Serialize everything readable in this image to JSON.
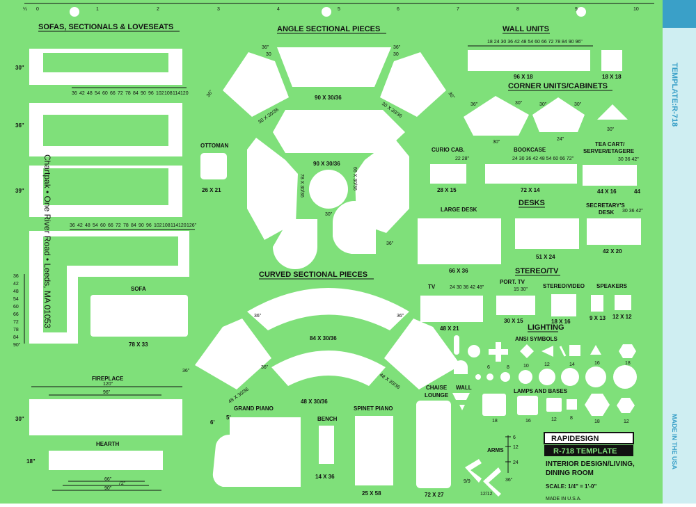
{
  "colors": {
    "template": "#7fe07a",
    "cutout": "#ffffff",
    "ink": "#111111",
    "strip": "#cfeef2"
  },
  "ruler": [
    "¼",
    "0",
    "1",
    "2",
    "3",
    "4",
    "5",
    "6",
    "7",
    "8",
    "9",
    "10"
  ],
  "headings": {
    "sofas": "SOFAS, SECTIONALS & LOVESEATS",
    "angle": "ANGLE SECTIONAL PIECES",
    "curved": "CURVED SECTIONAL PIECES",
    "wall": "WALL UNITS",
    "corner": "CORNER UNITS/CABINETS",
    "desks": "DESKS",
    "stereo": "STEREO/TV",
    "lighting": "LIGHTING"
  },
  "sofa_rows": [
    "30\"",
    "36\"",
    "39\""
  ],
  "sofa_scale": [
    "36",
    "42",
    "48",
    "54",
    "60",
    "66",
    "72",
    "78",
    "84",
    "90",
    "96",
    "102",
    "108",
    "114",
    "120",
    "126\""
  ],
  "left_scale": [
    "36",
    "42",
    "48",
    "54",
    "60",
    "66",
    "72",
    "78",
    "84",
    "90\""
  ],
  "labels": {
    "sofa": "SOFA",
    "sofa_dim": "78 X 33",
    "ottoman": "OTTOMAN",
    "ottoman_dim": "26 X 21",
    "fireplace": "FIREPLACE",
    "fp120": "120\"",
    "fp96": "96\"",
    "fp30": "30\"",
    "hearth": "HEARTH",
    "h18": "18\"",
    "h66": "66\"",
    "h72": "72\"",
    "h90": "90\"",
    "angle_9030": "90 X 30/36",
    "angle_3030": "30 X 30/36",
    "angle_inner": "90 X 30/36",
    "angle_78": "78 X 30/36",
    "angle_66": "66 X 30/36",
    "a36": "36\"",
    "a30": "30",
    "a30b": "30\"",
    "curved_84": "84 X 30/36",
    "curved_48a": "48 X 30/36",
    "curved_48b": "48 X 30/36",
    "grand_piano": "GRAND PIANO",
    "gp6": "6'",
    "gp5": "5'",
    "bench": "BENCH",
    "bench_dim": "14 X 36",
    "spinet": "SPINET PIANO",
    "spinet_dim": "25 X 58",
    "chaise": "CHAISE",
    "lounge": "LOUNGE",
    "chaise_dim": "72 X 27",
    "wall_scale": "18 24 30 36 42 48 54 60 66 72 78 84 90 96\"",
    "wall_dim": "96 X 18",
    "wall_dim2": "18 X 18",
    "corner_30": "30\"",
    "corner_24": "24\"",
    "corner_30b": "30\"",
    "corner_36": "36\"",
    "curio": "CURIO CAB.",
    "curio_sc": "22 28\"",
    "curio_dim": "28 X 15",
    "bookcase": "BOOKCASE",
    "book_sc": "24 30 36 42 48 54 60 66 72\"",
    "book_dim": "72 X 14",
    "teacart": "TEA CART/",
    "teacart2": "SERVER/ETAGERE",
    "tea_sc": "30 36 42\"",
    "tea_dim": "44 X 16",
    "tea_44": "44",
    "large_desk": "LARGE DESK",
    "large_desk_dim": "66 X 36",
    "desk_dim": "51 X 24",
    "secretary": "SECRETARY'S",
    "secretary2": "DESK",
    "sec_sc": "30 36 42\"",
    "sec_dim": "42 X 20",
    "tv": "TV",
    "tv_sc": "24 30 36 42 48\"",
    "tv_dim": "48 X 21",
    "port_tv": "PORT. TV",
    "port_sc": "15 30\"",
    "port_dim": "30 X 15",
    "stereo_video": "STEREO/VIDEO",
    "sv_dim": "18 X 16",
    "speakers": "SPEAKERS",
    "sp_dim1": "9 X 13",
    "sp_dim2": "12 X 12",
    "ansi": "ANSI SYMBOLS",
    "l6": "6",
    "l8": "8",
    "l10": "10",
    "l12": "12",
    "l14": "14",
    "l16": "16",
    "l18": "18",
    "wall_light": "WALL",
    "lamps": "LAMPS AND BASES",
    "b18": "18",
    "b16": "16",
    "b12": "12",
    "b8": "8",
    "b18b": "18",
    "b12b": "12",
    "arms": "ARMS",
    "arm6": "6",
    "arm12": "12",
    "arm24": "24",
    "arm36": "36\"",
    "arm99": "9/9",
    "arm1212": "12/12"
  },
  "brand": {
    "name": "RAPIDESIGN",
    "model": "R-718 TEMPLATE",
    "title1": "INTERIOR DESIGN/LIVING,",
    "title2": "DINING ROOM",
    "scale": "SCALE: 1/4\" = 1'-0\"",
    "made": "MADE IN U.S.A."
  },
  "side_text": "Chartpak • One River Road • Leeds, MA 01053",
  "strip": {
    "template": "TEMPLATE:R-718",
    "made": "MADE IN THE USA"
  }
}
